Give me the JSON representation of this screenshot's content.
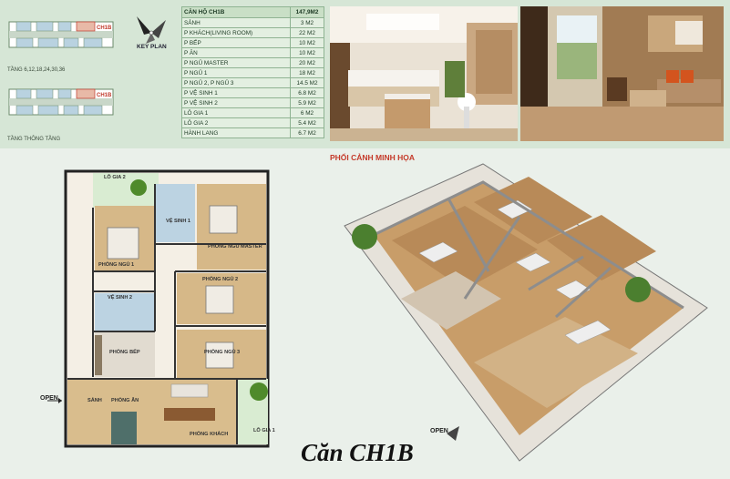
{
  "key_plan": {
    "label": "KEY PLAN",
    "unit_marker": "CH1B",
    "floors_caption": "TẦNG 6,12,18,24,30,36",
    "technical_floor_caption": "TẦNG THÔNG TẦNG"
  },
  "area_table": {
    "header": {
      "name": "CĂN HỘ CH1B",
      "value": "147,9M2"
    },
    "rows": [
      {
        "name": "SẢNH",
        "value": "3 M2"
      },
      {
        "name": "P KHÁCH(LIVING ROOM)",
        "value": "22 M2"
      },
      {
        "name": "P BẾP",
        "value": "10 M2"
      },
      {
        "name": "P ĂN",
        "value": "10 M2"
      },
      {
        "name": "P NGỦ MASTER",
        "value": "20 M2"
      },
      {
        "name": "P NGỦ 1",
        "value": "18 M2"
      },
      {
        "name": "P NGỦ 2, P NGỦ 3",
        "value": "14.5 M2"
      },
      {
        "name": "P VỆ SINH 1",
        "value": "6.8 M2"
      },
      {
        "name": "P VỆ SINH 2",
        "value": "5.9 M2"
      },
      {
        "name": "LÔ GIA 1",
        "value": "6 M2"
      },
      {
        "name": "LÔ GIA 2",
        "value": "5.4 M2"
      },
      {
        "name": "HÀNH LANG",
        "value": "6.7 M2"
      }
    ]
  },
  "floor_plan": {
    "open_label": "OPEN",
    "rooms": {
      "lo_gia_2": "LÔ GIA 2",
      "ve_sinh_1": "VỆ SINH 1",
      "phong_ngu_master": "PHÒNG NGỦ MASTER",
      "phong_ngu_1": "PHÒNG NGỦ 1",
      "ve_sinh_2": "VỆ SINH 2",
      "phong_ngu_2": "PHÒNG NGỦ 2",
      "phong_bep": "PHÒNG BẾP",
      "phong_ngu_3": "PHÒNG NGỦ 3",
      "sanh": "SẢNH",
      "phong_an": "PHÒNG ĂN",
      "phong_khach": "PHÒNG KHÁCH",
      "lo_gia_1": "LÔ GIA 1"
    }
  },
  "perspective": {
    "title": "PHỐI CẢNH MINH HỌA",
    "open_label": "OPEN"
  },
  "footer": {
    "title": "Căn CH1B"
  },
  "colors": {
    "band": "#d6e6d6",
    "table_border": "#8fb392",
    "wood": "#c8a679",
    "accent_red": "#c53a2a"
  }
}
